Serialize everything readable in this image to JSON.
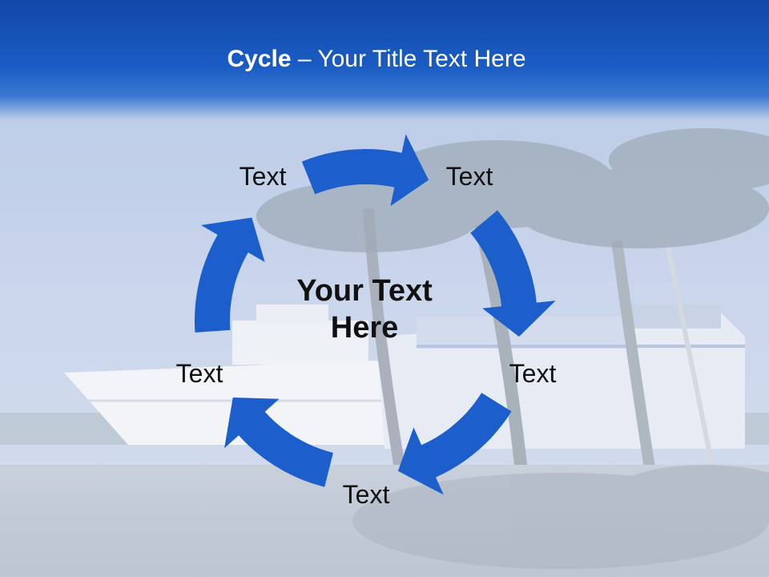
{
  "slide": {
    "title_bold": "Cycle",
    "title_rest": " – Your Title Text Here",
    "center_text": "Your Text Here",
    "nodes": [
      "Text",
      "Text",
      "Text",
      "Text",
      "Text"
    ]
  },
  "colors": {
    "header": "#1a5cc4",
    "arrow": "#1c5fcc",
    "background_tint": "#c9d5e8"
  },
  "icons": {
    "background": "cruise-ship-palm-trees-photo",
    "arrows": "curved-arrow-icon"
  }
}
